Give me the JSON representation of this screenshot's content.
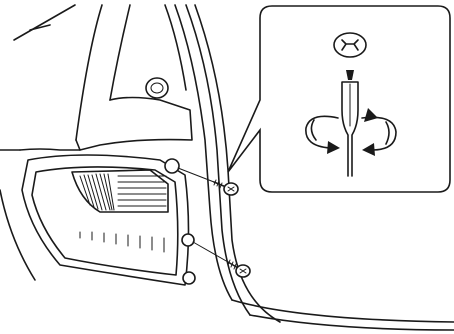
{
  "figure": {
    "subject": "rear-combination-lamp-screw-removal",
    "screw_count": 2,
    "inset": {
      "tool": "phillips-screwdriver",
      "screw_head": "cross-recess",
      "rotation_arrows": 2
    },
    "colors": {
      "line": "#1a1a1a",
      "background": "#ffffff"
    }
  }
}
